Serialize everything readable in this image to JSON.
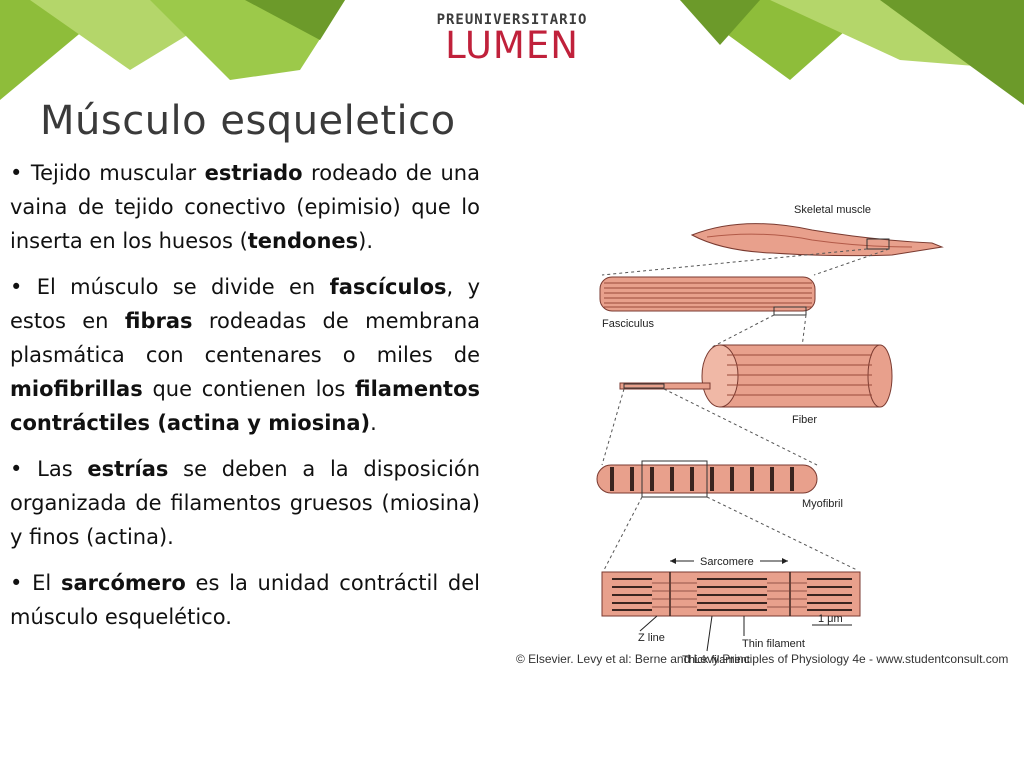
{
  "header": {
    "logo_top": "PREUNIVERSITARIO",
    "logo_main": "LUMEN",
    "colors": {
      "green_light": "#b4d66a",
      "green_mid": "#8ebd3a",
      "green_dark": "#6c9a2a",
      "brand_red": "#c0213b"
    }
  },
  "slide": {
    "title": "Músculo esqueletico",
    "bullets": [
      {
        "parts": [
          {
            "t": "• Tejido muscular ",
            "b": false
          },
          {
            "t": "estriado",
            "b": true
          },
          {
            "t": " rodeado de una vaina de tejido conectivo (epimisio) que lo inserta en los huesos (",
            "b": false
          },
          {
            "t": "tendones",
            "b": true
          },
          {
            "t": ").",
            "b": false
          }
        ]
      },
      {
        "parts": [
          {
            "t": "• El músculo se divide en ",
            "b": false
          },
          {
            "t": "fascículos",
            "b": true
          },
          {
            "t": ", y estos en ",
            "b": false
          },
          {
            "t": "fibras",
            "b": true
          },
          {
            "t": " rodeadas de membrana plasmática con centenares o miles de ",
            "b": false
          },
          {
            "t": "miofibrillas",
            "b": true
          },
          {
            "t": " que contienen los ",
            "b": false
          },
          {
            "t": "filamentos contráctiles (actina y miosina)",
            "b": true
          },
          {
            "t": ".",
            "b": false
          }
        ]
      },
      {
        "parts": [
          {
            "t": "• Las ",
            "b": false
          },
          {
            "t": "estrías",
            "b": true
          },
          {
            "t": " se deben a la disposición organizada de filamentos gruesos (miosina) y finos (actina).",
            "b": false
          }
        ]
      },
      {
        "parts": [
          {
            "t": "• El ",
            "b": false
          },
          {
            "t": "sarcómero",
            "b": true
          },
          {
            "t": " es la unidad contráctil del músculo esquelético.",
            "b": false
          }
        ]
      }
    ]
  },
  "figure": {
    "labels": {
      "skeletal_muscle": "Skeletal muscle",
      "fasciculus": "Fasciculus",
      "fiber": "Fiber",
      "myofibril": "Myofibril",
      "sarcomere": "Sarcomere",
      "z_line": "Z line",
      "thin_filament": "Thin filament",
      "thick_filament": "Thick filament",
      "scale": "1 μm"
    },
    "caption": "© Elsevier. Levy et al: Berne and Levy Principles of Physiology 4e - www.studentconsult.com",
    "colors": {
      "muscle": "#e8a08c",
      "muscle_dark": "#b25a48",
      "stripe": "#3a2520"
    }
  }
}
